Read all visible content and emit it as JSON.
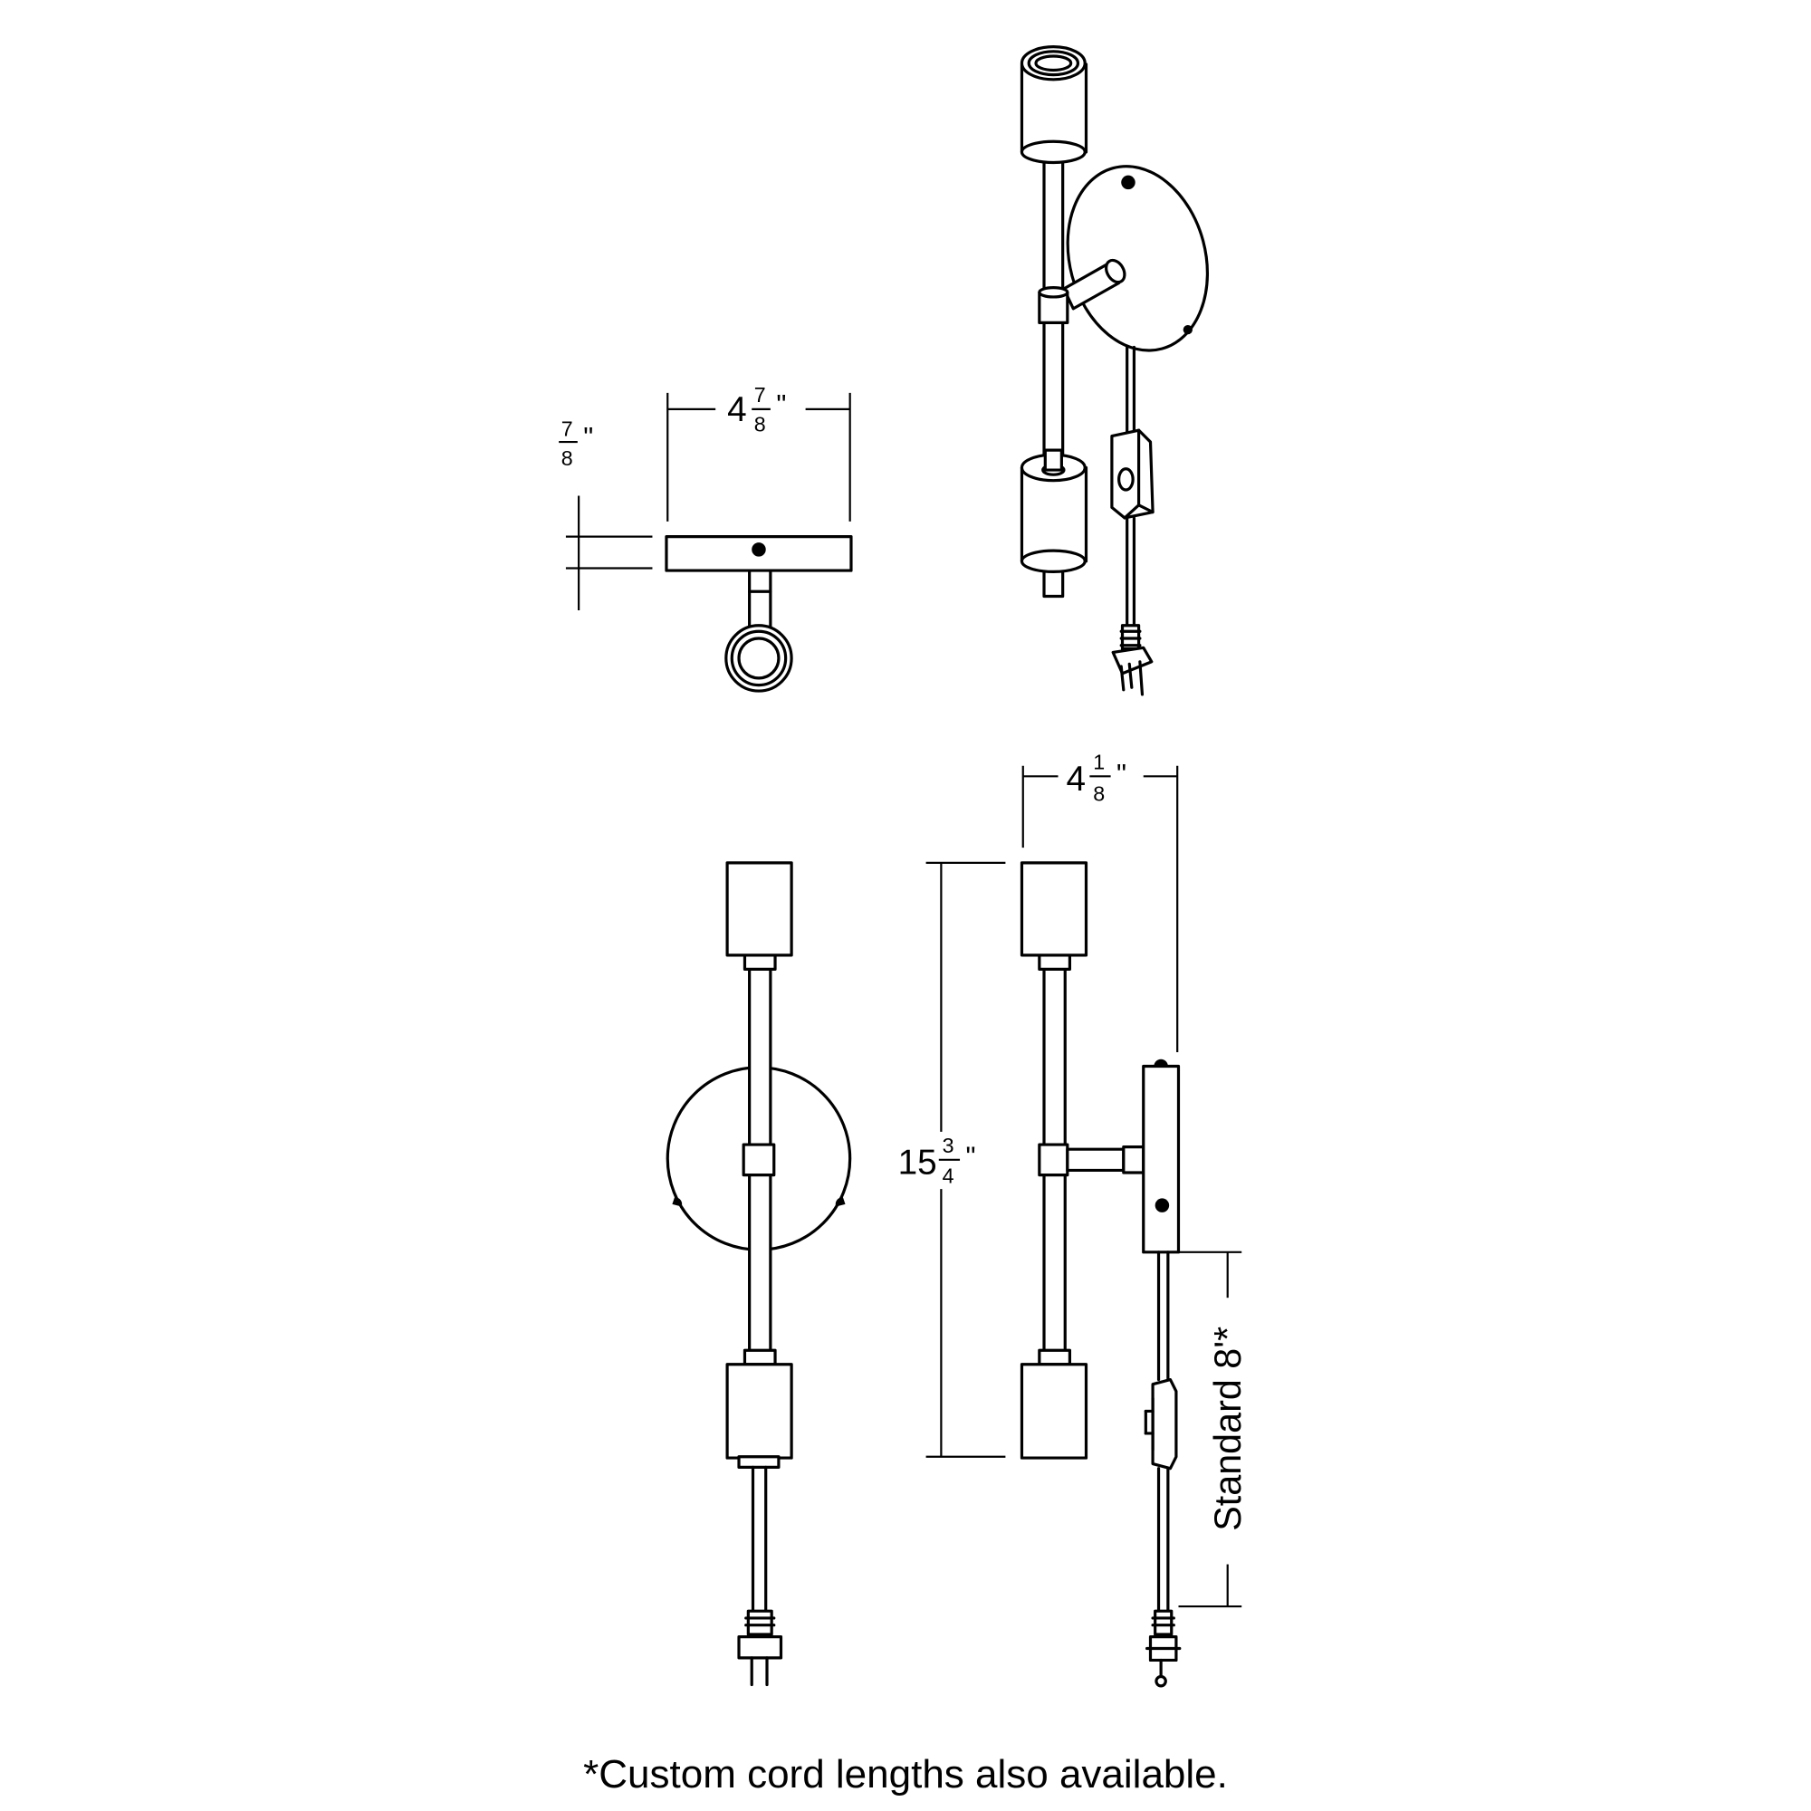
{
  "dimensions": {
    "top_width": {
      "whole": "4",
      "num": "7",
      "den": "8",
      "unit": "\""
    },
    "top_depth": {
      "whole": "",
      "num": "7",
      "den": "8",
      "unit": "\""
    },
    "side_width": {
      "whole": "4",
      "num": "1",
      "den": "8",
      "unit": "\""
    },
    "height": {
      "whole": "15",
      "num": "3",
      "den": "4",
      "unit": "\""
    },
    "cord_length": "Standard 8'*"
  },
  "footnote": "*Custom cord lengths also available."
}
